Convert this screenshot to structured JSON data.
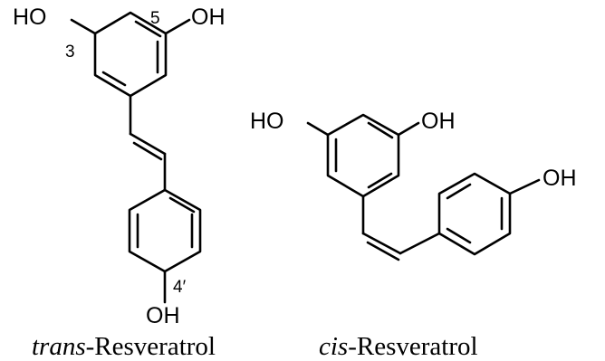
{
  "trans": {
    "hydroxyl_left": "HO",
    "hydroxyl_right": "OH",
    "hydroxyl_bottom": "OH",
    "position_3": "3",
    "position_5": "5",
    "position_4prime": "4′",
    "name_prefix": "trans",
    "name_suffix": "-Resveratrol"
  },
  "cis": {
    "hydroxyl_left": "HO",
    "hydroxyl_right": "OH",
    "hydroxyl_para": "OH",
    "name_prefix": "cis",
    "name_suffix": "-Resveratrol"
  }
}
